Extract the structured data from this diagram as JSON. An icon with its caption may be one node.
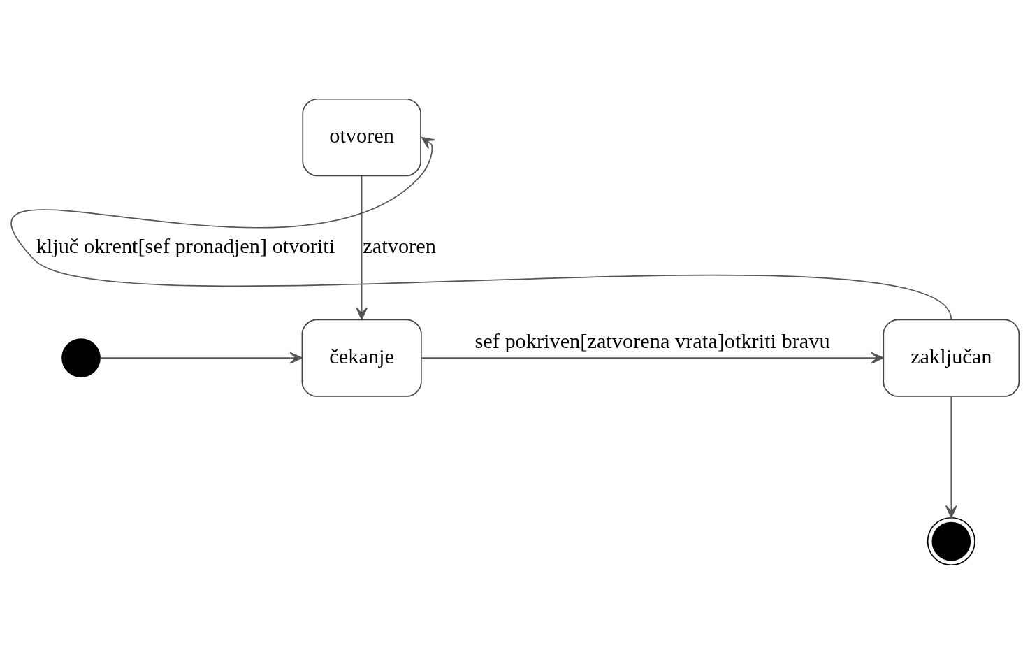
{
  "diagram": {
    "nodes": [
      {
        "text": [],
        "shape": "circle"
      },
      {
        "text": [
          "čekanje"
        ]
      },
      {
        "text": [
          "zaključan"
        ]
      },
      {
        "text": [
          "otvoren"
        ]
      },
      {
        "text": [],
        "shape": "circle"
      }
    ],
    "edges": [
      {
        "from": 0,
        "to": 1,
        "arrow": "to"
      },
      {
        "from": 1,
        "to": 2,
        "arrow": "to",
        "label": "sef pokriven[zatvorena vrata]otkriti bravu"
      },
      {
        "from": 2,
        "to": 3,
        "arrow": "to",
        "label": "ključ okrent[sef pronadjen] otvoriti"
      },
      {
        "from": 3,
        "to": 1,
        "arrow": "to",
        "label": "zatvoren"
      },
      {
        "from": 2,
        "to": 4,
        "arrow": "to"
      }
    ]
  }
}
